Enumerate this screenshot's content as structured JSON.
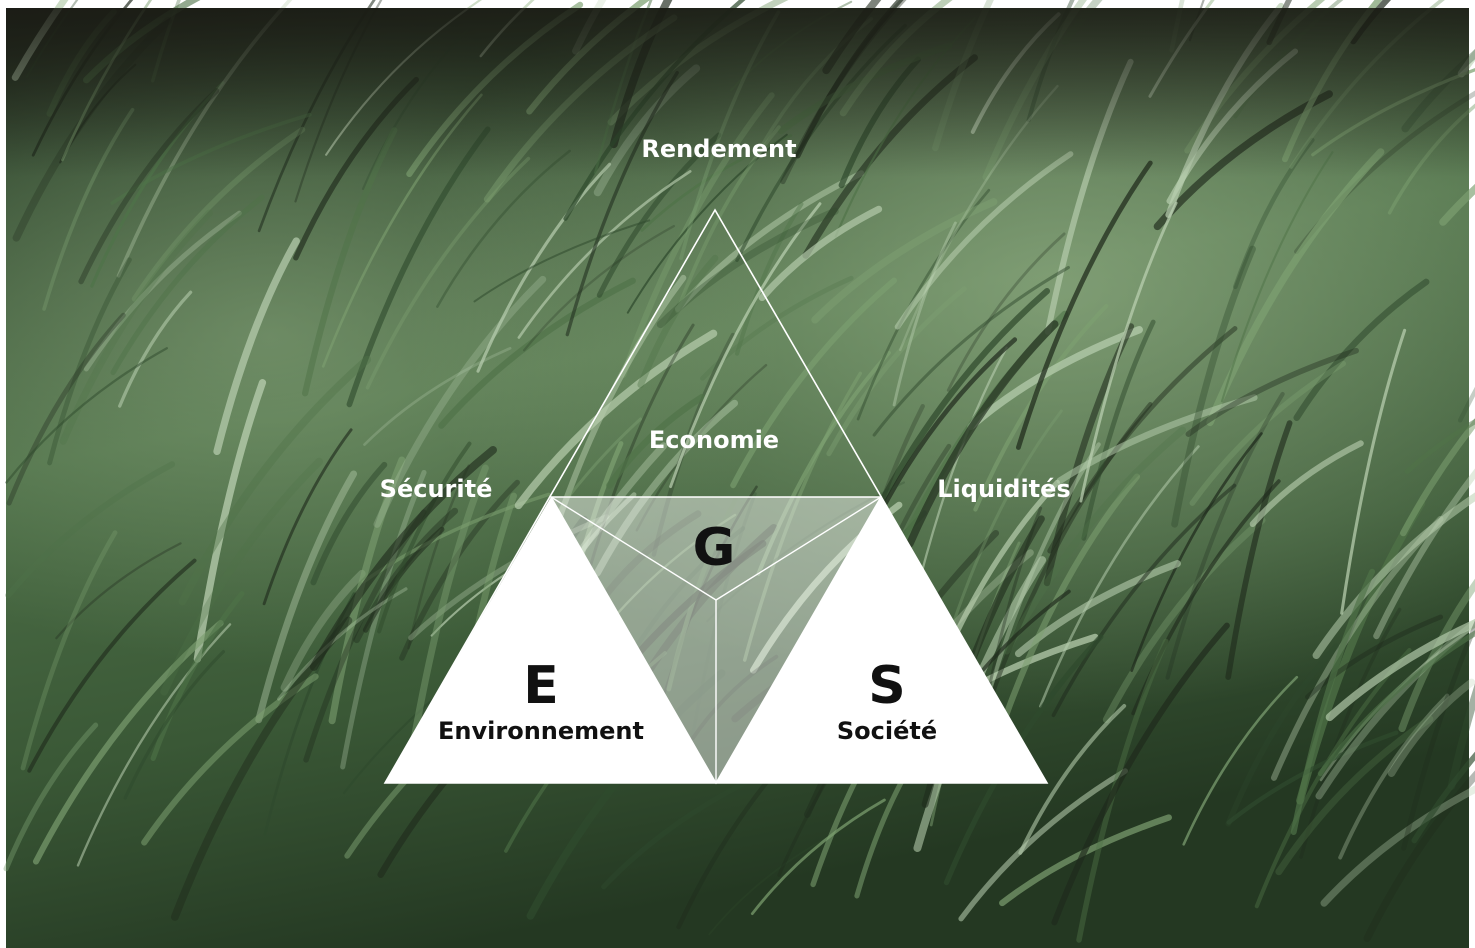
{
  "diagram": {
    "outer_labels": {
      "top": "Rendement",
      "left": "Sécurité",
      "right": "Liquidités"
    },
    "inner_label": "Economie",
    "pillars": [
      {
        "letter": "E",
        "name": "Environnement"
      },
      {
        "letter": "G",
        "name": ""
      },
      {
        "letter": "S",
        "name": "Société"
      }
    ]
  },
  "background": {
    "subject": "wind-blown grass field photo",
    "colors": [
      "#1f2a1c",
      "#2f4a2d",
      "#4f7348",
      "#7da071",
      "#b9cfb0"
    ]
  }
}
